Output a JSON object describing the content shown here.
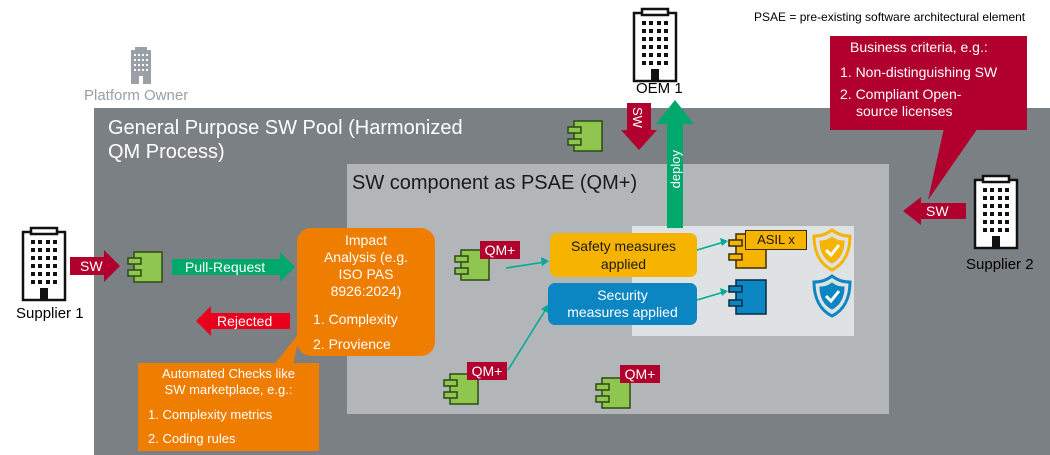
{
  "legend_text": "PSAE = pre-existing software architectural element",
  "platform_owner": "Platform Owner",
  "pool_title_line1": "General Purpose SW Pool (Harmonized",
  "pool_title_line2": "QM Process)",
  "psae_title": "SW component as PSAE (QM+)",
  "oem": "OEM 1",
  "supplier1": "Supplier 1",
  "supplier2": "Supplier 2",
  "business": {
    "title": "Business criteria, e.g.:",
    "item1": "1.  Non-distinguishing SW",
    "item2a": "2.  Compliant Open-",
    "item2b": "source licenses"
  },
  "arrows": {
    "sw_in": "SW",
    "sw_oem": "SW",
    "sw_supplier2": "SW",
    "pull_request": "Pull-Request",
    "rejected": "Rejected",
    "deploy": "deploy"
  },
  "impact": {
    "line1": "Impact",
    "line2": "Analysis (e.g.",
    "line3": "ISO PAS",
    "line4": "8926:2024)",
    "item1": "1.  Complexity",
    "item2": "2.  Provience"
  },
  "auto": {
    "line1": "Automated Checks like",
    "line2": "SW marketplace, e.g.:",
    "item1": "1.  Complexity metrics",
    "item2": "2.  Coding rules"
  },
  "safety": {
    "line1": "Safety measures",
    "line2": "applied"
  },
  "security": {
    "line1": "Security",
    "line2": "measures applied"
  },
  "qm_tag": "QM+",
  "asil": "ASIL x",
  "colors": {
    "outer": "#7b8084",
    "inner": "#b3b6b9",
    "panel": "#dfe2e4",
    "component": "#8ec64f",
    "red": "#b1002d",
    "green": "#00a86b",
    "orange": "#ef7d00",
    "yellow": "#f6b400",
    "blue": "#0b86c2"
  },
  "icons": [
    "building-icon",
    "component-icon",
    "shield-check-icon"
  ]
}
